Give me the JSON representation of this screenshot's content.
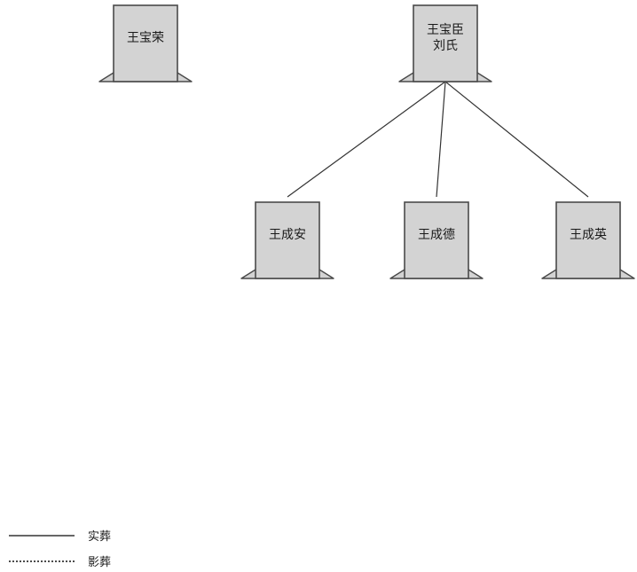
{
  "tombs": [
    {
      "id": "wang-baorong",
      "lines": [
        "王宝荣"
      ]
    },
    {
      "id": "wang-baochen",
      "lines": [
        "王宝臣",
        "刘氏"
      ]
    },
    {
      "id": "wang-chengan",
      "lines": [
        "王成安"
      ]
    },
    {
      "id": "wang-chengde",
      "lines": [
        "王成德"
      ]
    },
    {
      "id": "wang-chengying",
      "lines": [
        "王成英"
      ]
    }
  ],
  "links": [
    {
      "from": "wang-baochen",
      "to": "wang-chengan",
      "type": "solid"
    },
    {
      "from": "wang-baochen",
      "to": "wang-chengde",
      "type": "solid"
    },
    {
      "from": "wang-baochen",
      "to": "wang-chengying",
      "type": "solid"
    }
  ],
  "legend": {
    "solid_label": "实葬",
    "dotted_label": "影葬"
  },
  "colors": {
    "stone_fill": "#d3d3d3",
    "stone_stroke": "#4a4a4a",
    "line": "#333333"
  }
}
